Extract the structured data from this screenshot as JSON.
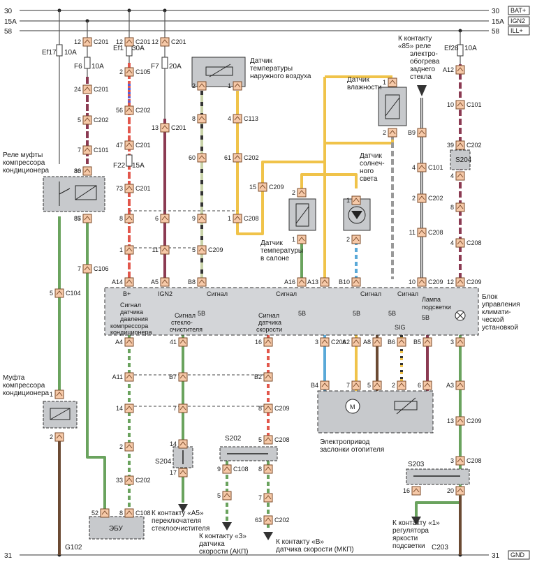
{
  "rails": {
    "bat": {
      "num": "30",
      "tag": "BAT+"
    },
    "ign": {
      "num": "15A",
      "tag": "IGN2"
    },
    "ill": {
      "num": "58",
      "tag": "ILL+"
    },
    "gnd": {
      "num": "31",
      "tag": "GND"
    }
  },
  "fuses": {
    "ef17": {
      "name": "Ef17",
      "amp": "10A"
    },
    "ef1": {
      "name": "Ef1",
      "amp": "30A"
    },
    "f6": {
      "name": "F6",
      "amp": "10A"
    },
    "f22": {
      "name": "F22",
      "amp": "15A"
    },
    "f7": {
      "name": "F7",
      "amp": "20A"
    },
    "ef28": {
      "name": "Ef28",
      "amp": "10A"
    }
  },
  "connectors": [
    {
      "pin": "12",
      "code": "C201"
    },
    {
      "pin": "24",
      "code": "C201"
    },
    {
      "pin": "5",
      "code": "C202"
    },
    {
      "pin": "7",
      "code": "C101"
    },
    {
      "pin": "30",
      "code": ""
    },
    {
      "pin": "86",
      "code": ""
    },
    {
      "pin": "87",
      "code": ""
    },
    {
      "pin": "85",
      "code": ""
    },
    {
      "pin": "7",
      "code": "C106"
    },
    {
      "pin": "5",
      "code": "C104"
    },
    {
      "pin": "1",
      "code": ""
    },
    {
      "pin": "2",
      "code": ""
    },
    {
      "pin": "12",
      "code": "C201"
    },
    {
      "pin": "2",
      "code": "C105"
    },
    {
      "pin": "56",
      "code": "C202"
    },
    {
      "pin": "47",
      "code": "C201"
    },
    {
      "pin": "73",
      "code": "C201"
    },
    {
      "pin": "8",
      "code": ""
    },
    {
      "pin": "1",
      "code": ""
    },
    {
      "pin": "A14",
      "code": ""
    },
    {
      "pin": "12",
      "code": "C201"
    },
    {
      "pin": "13",
      "code": "C201"
    },
    {
      "pin": "6",
      "code": ""
    },
    {
      "pin": "11",
      "code": ""
    },
    {
      "pin": "A5",
      "code": ""
    },
    {
      "pin": "2",
      "code": ""
    },
    {
      "pin": "1",
      "code": ""
    },
    {
      "pin": "8",
      "code": ""
    },
    {
      "pin": "4",
      "code": "C113"
    },
    {
      "pin": "60",
      "code": ""
    },
    {
      "pin": "61",
      "code": "C202"
    },
    {
      "pin": "9",
      "code": ""
    },
    {
      "pin": "1",
      "code": "C208"
    },
    {
      "pin": "5",
      "code": "C209"
    },
    {
      "pin": "B8",
      "code": ""
    },
    {
      "pin": "15",
      "code": "C209"
    },
    {
      "pin": "2",
      "code": ""
    },
    {
      "pin": "1",
      "code": ""
    },
    {
      "pin": "A16",
      "code": ""
    },
    {
      "pin": "A13",
      "code": ""
    },
    {
      "pin": "1",
      "code": ""
    },
    {
      "pin": "2",
      "code": ""
    },
    {
      "pin": "B10",
      "code": ""
    },
    {
      "pin": "1",
      "code": ""
    },
    {
      "pin": "2",
      "code": ""
    },
    {
      "pin": "B9",
      "code": ""
    },
    {
      "pin": "4",
      "code": "C101"
    },
    {
      "pin": "2",
      "code": "C202"
    },
    {
      "pin": "11",
      "code": "C208"
    },
    {
      "pin": "10",
      "code": "C209"
    },
    {
      "pin": "A12",
      "code": ""
    },
    {
      "pin": "10",
      "code": "C101"
    },
    {
      "pin": "39",
      "code": "C202"
    },
    {
      "pin": "4",
      "code": ""
    },
    {
      "pin": "8",
      "code": ""
    },
    {
      "pin": "4",
      "code": "C208"
    },
    {
      "pin": "12",
      "code": "C209"
    },
    {
      "pin": "A4",
      "code": ""
    },
    {
      "pin": "A11",
      "code": ""
    },
    {
      "pin": "14",
      "code": ""
    },
    {
      "pin": "2",
      "code": ""
    },
    {
      "pin": "33",
      "code": "C202"
    },
    {
      "pin": "8",
      "code": "C108"
    },
    {
      "pin": "52",
      "code": ""
    },
    {
      "pin": "41",
      "code": ""
    },
    {
      "pin": "B7",
      "code": ""
    },
    {
      "pin": "7",
      "code": ""
    },
    {
      "pin": "14",
      "code": ""
    },
    {
      "pin": "17",
      "code": ""
    },
    {
      "pin": "16",
      "code": ""
    },
    {
      "pin": "B2",
      "code": ""
    },
    {
      "pin": "8",
      "code": "C209"
    },
    {
      "pin": "5",
      "code": "C208"
    },
    {
      "pin": "8",
      "code": ""
    },
    {
      "pin": "7",
      "code": ""
    },
    {
      "pin": "63",
      "code": "C202"
    },
    {
      "pin": "9",
      "code": "C108"
    },
    {
      "pin": "5",
      "code": ""
    },
    {
      "pin": "3",
      "code": "C206"
    },
    {
      "pin": "A2",
      "code": ""
    },
    {
      "pin": "A8",
      "code": ""
    },
    {
      "pin": "B6",
      "code": ""
    },
    {
      "pin": "B5",
      "code": ""
    },
    {
      "pin": "B4",
      "code": ""
    },
    {
      "pin": "7",
      "code": ""
    },
    {
      "pin": "5",
      "code": ""
    },
    {
      "pin": "2",
      "code": ""
    },
    {
      "pin": "6",
      "code": ""
    },
    {
      "pin": "3",
      "code": ""
    },
    {
      "pin": "A3",
      "code": ""
    },
    {
      "pin": "13",
      "code": "C209"
    },
    {
      "pin": "3",
      "code": "C208"
    },
    {
      "pin": "16",
      "code": ""
    },
    {
      "pin": "20",
      "code": ""
    },
    {
      "pin": "5",
      "code": ""
    }
  ],
  "components": {
    "relay": {
      "line1": "Реле муфты",
      "line2": "компрессора",
      "line3": "кондиционера"
    },
    "clutch": {
      "line1": "Муфта",
      "line2": "компрессора",
      "line3": "кондиционера"
    },
    "outside_sensor": {
      "line1": "Датчик",
      "line2": "температуры",
      "line3": "наружного воздуха"
    },
    "humidity_sensor": {
      "line1": "Датчик",
      "line2": "влажности"
    },
    "sun_sensor": {
      "line1": "Датчик",
      "line2": "солнеч-",
      "line3": "ного",
      "line4": "света"
    },
    "cabin_sensor": {
      "line1": "Датчик",
      "line2": "температуры",
      "line3": "в салоне"
    },
    "rear_defrost": {
      "line1": "К контакту",
      "line2": "«85» реле",
      "line3": "электро-",
      "line4": "обогрева",
      "line5": "заднего",
      "line6": "стекла"
    },
    "climate_unit": {
      "line1": "Блок",
      "line2": "управления",
      "line3": "климати-",
      "line4": "ческой",
      "line5": "установкой"
    },
    "ecu": {
      "label": "ЭБУ"
    },
    "actuator": {
      "line1": "Электропривод",
      "line2": "заслонки отопителя",
      "motor": "M"
    },
    "wiper_switch": {
      "line1": "К контакту «A5»",
      "line2": "переключателя",
      "line3": "стеклоочистителя"
    },
    "speed_akp": {
      "line1": "К контакту «3»",
      "line2": "датчика",
      "line3": "скорости (АКП)"
    },
    "speed_mkp": {
      "line1": "К контакту «B»",
      "line2": "датчика скорости (МКП)"
    },
    "dimmer": {
      "line1": "К контакту «1»",
      "line2": "регулятора",
      "line3": "яркости",
      "line4": "подсветки"
    }
  },
  "unit_labels": {
    "b_plus": "B+",
    "ign2": "IGN2",
    "signal_b8": "Сигнал",
    "signal_a16": "Сигнал",
    "signal_b10": "Сигнал",
    "signal_b9": "Сигнал",
    "lamp1": "Лампа",
    "lamp2": "подсветки",
    "volt": "5В",
    "sig": "SIG",
    "press1": "Сигнал",
    "press2": "датчика",
    "press3": "давления",
    "press4": "компрессора",
    "press5": "кондиционера",
    "wiper1": "Сигнал",
    "wiper2": "стекло-",
    "wiper3": "очистителя",
    "speed1": "Сигнал",
    "speed2": "датчика",
    "speed3": "скорости"
  },
  "splices": {
    "s204a": "S204",
    "s204b": "S204",
    "s202": "S202",
    "s203": "S203"
  },
  "grounds": {
    "g102": "G102",
    "c203": "C203"
  },
  "colors": {
    "green": "#6aa35e",
    "brown": "#6b4a33",
    "pink": "#e0828f",
    "red": "#e2574c",
    "yellow": "#f0c34a",
    "blue": "#5aa9d8",
    "gray": "#bdbdbd",
    "maroon": "#8b3a52",
    "connector": "#f6c9a8"
  }
}
